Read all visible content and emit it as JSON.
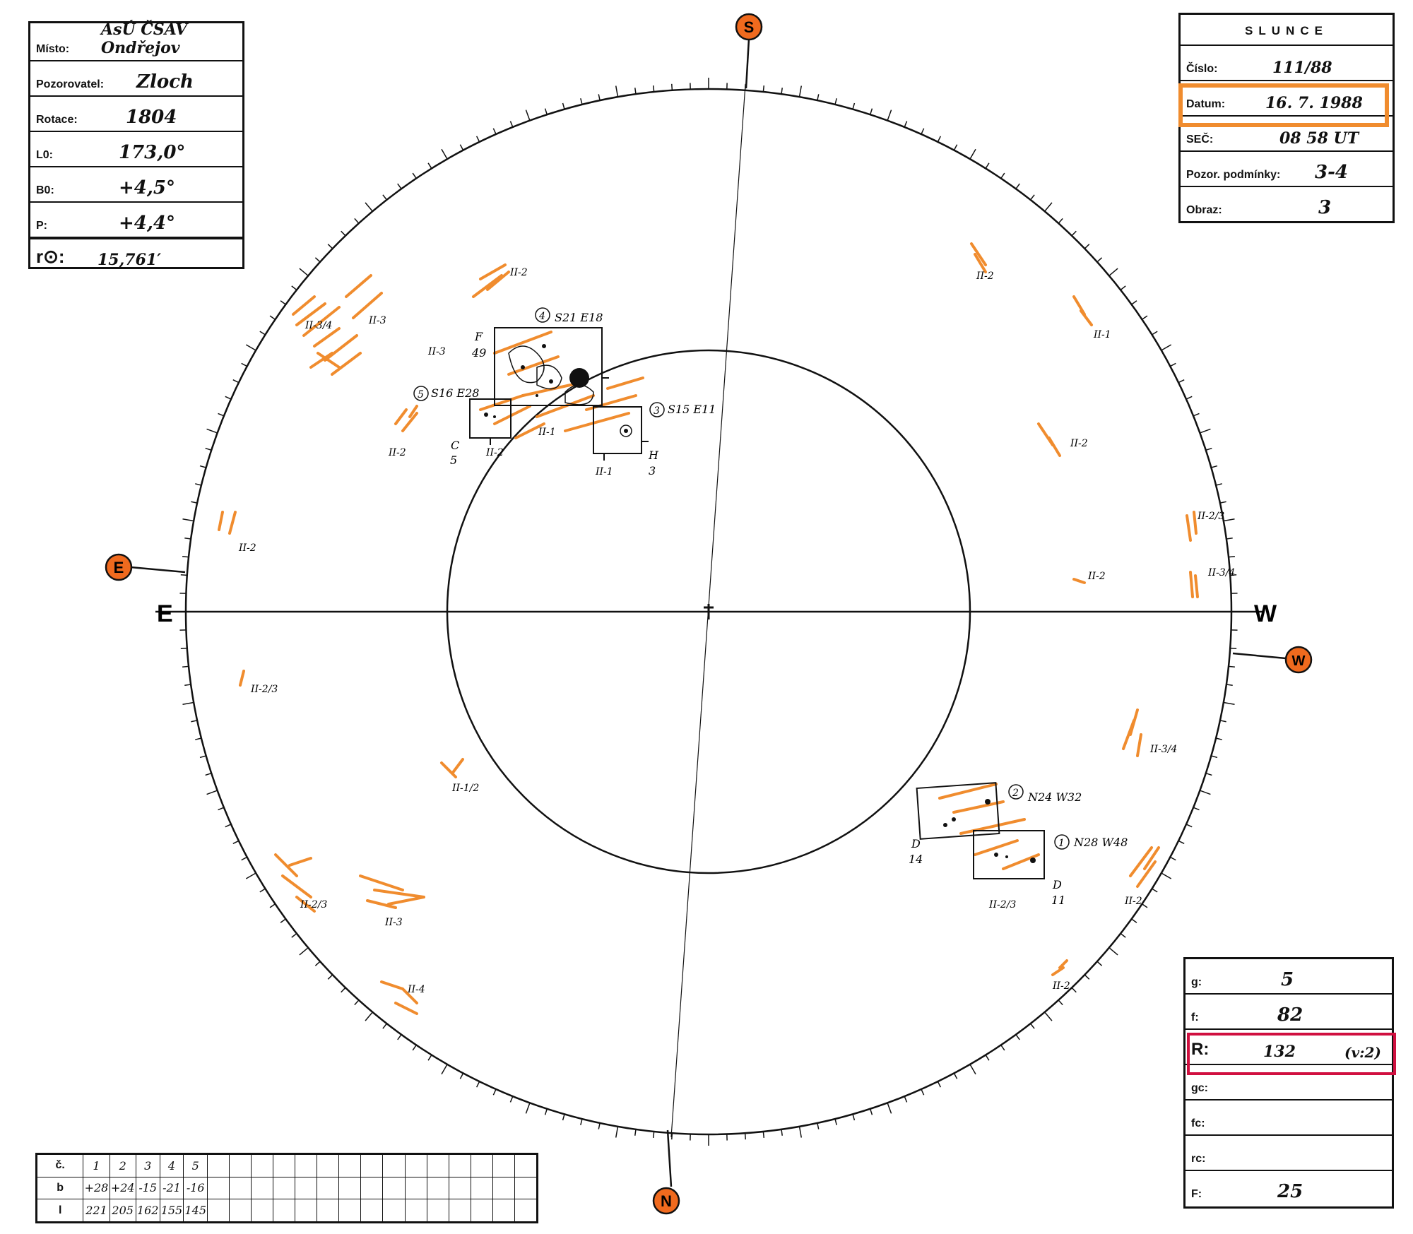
{
  "header_left": {
    "rows": [
      {
        "label": "Místo:",
        "value": "AsÚ ČSAV Ondřejov"
      },
      {
        "label": "Pozorovatel:",
        "value": "Zloch"
      },
      {
        "label": "Rotace:",
        "value": "1804"
      },
      {
        "label": "L0:",
        "value": "173,0°"
      },
      {
        "label": "B0:",
        "value": "+4,5°"
      },
      {
        "label": "P:",
        "value": "+4,4°"
      },
      {
        "label": "r⊙:",
        "value": "15,761′"
      }
    ]
  },
  "header_right": {
    "title": "SLUNCE",
    "rows": [
      {
        "label": "Číslo:",
        "value": "111/88"
      },
      {
        "label": "Datum:",
        "value": "16. 7. 1988"
      },
      {
        "label": "SEČ:",
        "value": "08 58 UT"
      },
      {
        "label": "Pozor. podmínky:",
        "value": "3-4"
      },
      {
        "label": "Obraz:",
        "value": "3"
      }
    ]
  },
  "counts_box": {
    "rows": [
      {
        "label": "g:",
        "value": "5"
      },
      {
        "label": "f:",
        "value": "82"
      },
      {
        "label": "R:",
        "value": "132",
        "extra": "(v:2)"
      },
      {
        "label": "gc:",
        "value": ""
      },
      {
        "label": "fc:",
        "value": ""
      },
      {
        "label": "rc:",
        "value": ""
      },
      {
        "label": "F:",
        "value": "25"
      }
    ]
  },
  "groups_table": {
    "row_labels": [
      "č.",
      "b",
      "l"
    ],
    "numbers": [
      "1",
      "2",
      "3",
      "4",
      "5"
    ],
    "b": [
      "+28",
      "+24",
      "-15",
      "-21",
      "-16"
    ],
    "l": [
      "221",
      "205",
      "162",
      "155",
      "145"
    ]
  },
  "compass": {
    "top": "S",
    "bottom": "N",
    "left": "E",
    "right": "W",
    "left_axis": "E",
    "right_axis": "W"
  },
  "groups": [
    {
      "num": "4",
      "pos": "S21 E18",
      "class": "F",
      "count": "49"
    },
    {
      "num": "5",
      "pos": "S16 E28",
      "class": "C",
      "count": "5"
    },
    {
      "num": "3",
      "pos": "S15 E11",
      "class": "H",
      "count": "3"
    },
    {
      "num": "2",
      "pos": "N24 W32",
      "class": "D",
      "count": "14"
    },
    {
      "num": "1",
      "pos": "N28 W48",
      "class": "D",
      "count": "11"
    }
  ],
  "faculae_labels": [
    "II-2",
    "II-3/4",
    "II-3",
    "II-3",
    "II-1",
    "II-2",
    "II-1",
    "II-2",
    "II-2",
    "II-2/3",
    "II-1/2",
    "II-2",
    "II-1",
    "II-2",
    "II-2",
    "II-2/3",
    "II-3/4",
    "II-3/4",
    "II-2/3",
    "II-3",
    "II-4",
    "II-2",
    "II-2",
    "II-2/3"
  ],
  "colors": {
    "facula": "#f08c2e",
    "ink": "#111111",
    "marker": "#f06a1e",
    "highlight": "#f08c2e",
    "r_highlight": "#d01040"
  }
}
